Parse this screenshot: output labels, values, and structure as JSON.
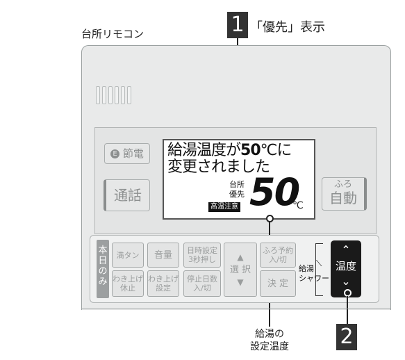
{
  "header": {
    "panel_title": "台所リモコン",
    "callout1_num": "1",
    "callout1_text": "「優先」表示",
    "callout2_num": "2",
    "callout_bottom": "給湯の\n設定温度"
  },
  "screen": {
    "left_top_btn": "節電",
    "left_top_icon": "eco-e-icon",
    "left_bottom_btn": "通話",
    "right_btn_line1": "ふろ",
    "right_btn_line2": "自動",
    "lcd_line1_a": "給湯温度が",
    "lcd_line1_b": "50",
    "lcd_line1_c": "℃に",
    "lcd_line2": "変更されました",
    "location_label_1": "台所",
    "location_label_2": "優先",
    "warning_badge": "高温注意",
    "temp_value": "50",
    "temp_unit": "℃"
  },
  "panel": {
    "tab_label": "本日のみ",
    "btn_full_tank": "満タン",
    "btn_volume": "音量",
    "btn_datetime_1": "日時設定",
    "btn_datetime_2": "3秒押し",
    "btn_bath_reserve_1": "ふろ予約",
    "btn_bath_reserve_2": "入/切",
    "btn_reheat_stop_1": "わき上げ",
    "btn_reheat_stop_2": "休止",
    "btn_reheat_set_1": "わき上げ",
    "btn_reheat_set_2": "設定",
    "btn_stop_days_1": "停止日数",
    "btn_stop_days_2": "入/切",
    "btn_select": "選 択",
    "btn_confirm": "決 定",
    "side_label_1": "給湯",
    "side_label_2": "シャワー",
    "temp_btn_label": "温度"
  },
  "colors": {
    "body": "#e9eaea",
    "lcd": "#ffffff",
    "dark_button": "#1a1a1a",
    "callout_bg": "#333333"
  }
}
